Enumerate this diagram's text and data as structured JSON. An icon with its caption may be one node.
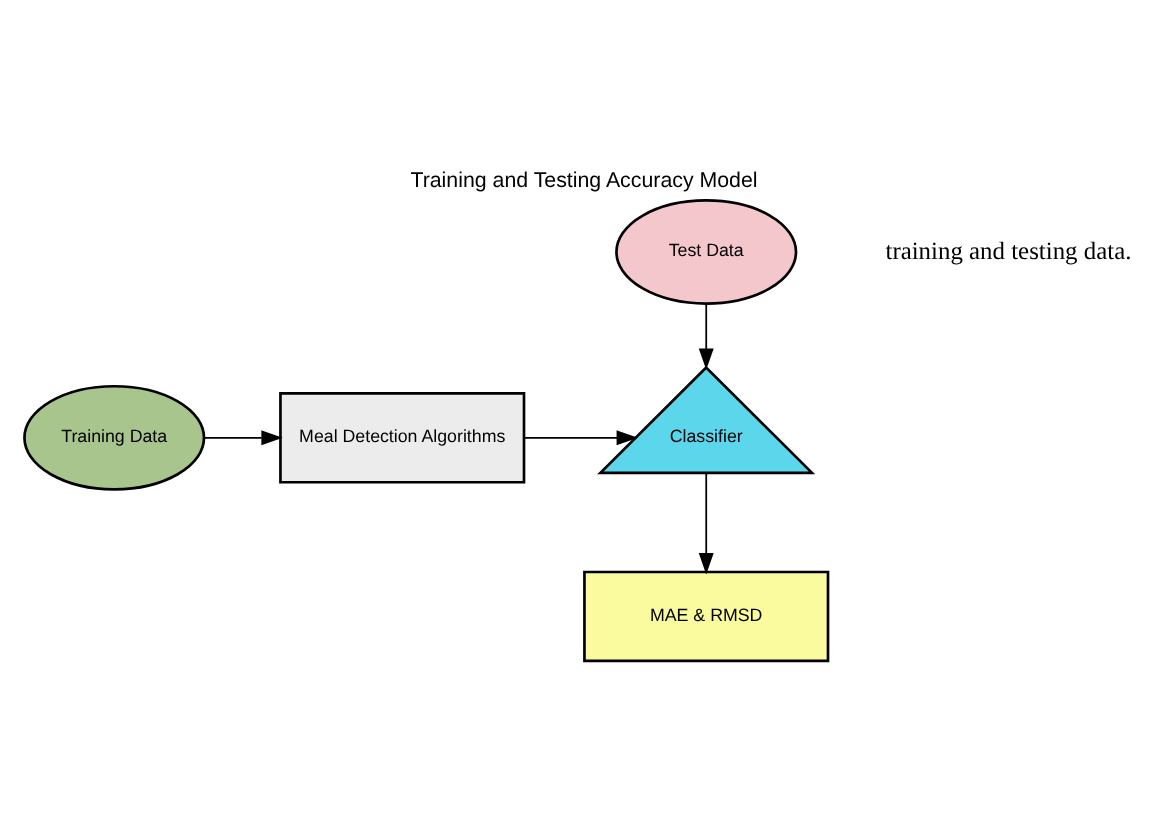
{
  "diagram": {
    "title": "Training and Testing Accuracy Model",
    "nodes": [
      {
        "text": [
          "Test Data"
        ]
      },
      {
        "text": [
          "Training Data"
        ]
      },
      {
        "text": [
          "Meal Detection Algorithms"
        ]
      },
      {
        "text": [
          "Classifier"
        ]
      },
      {
        "text": [
          "MAE & RMSD"
        ]
      }
    ],
    "edges": [
      {
        "from": 1,
        "to": 2,
        "arrow": "to"
      },
      {
        "from": 2,
        "to": 3,
        "arrow": "to"
      },
      {
        "from": 0,
        "to": 3,
        "arrow": "to"
      },
      {
        "from": 3,
        "to": 4,
        "arrow": "to"
      }
    ],
    "labels": [
      "training and testing data."
    ]
  }
}
